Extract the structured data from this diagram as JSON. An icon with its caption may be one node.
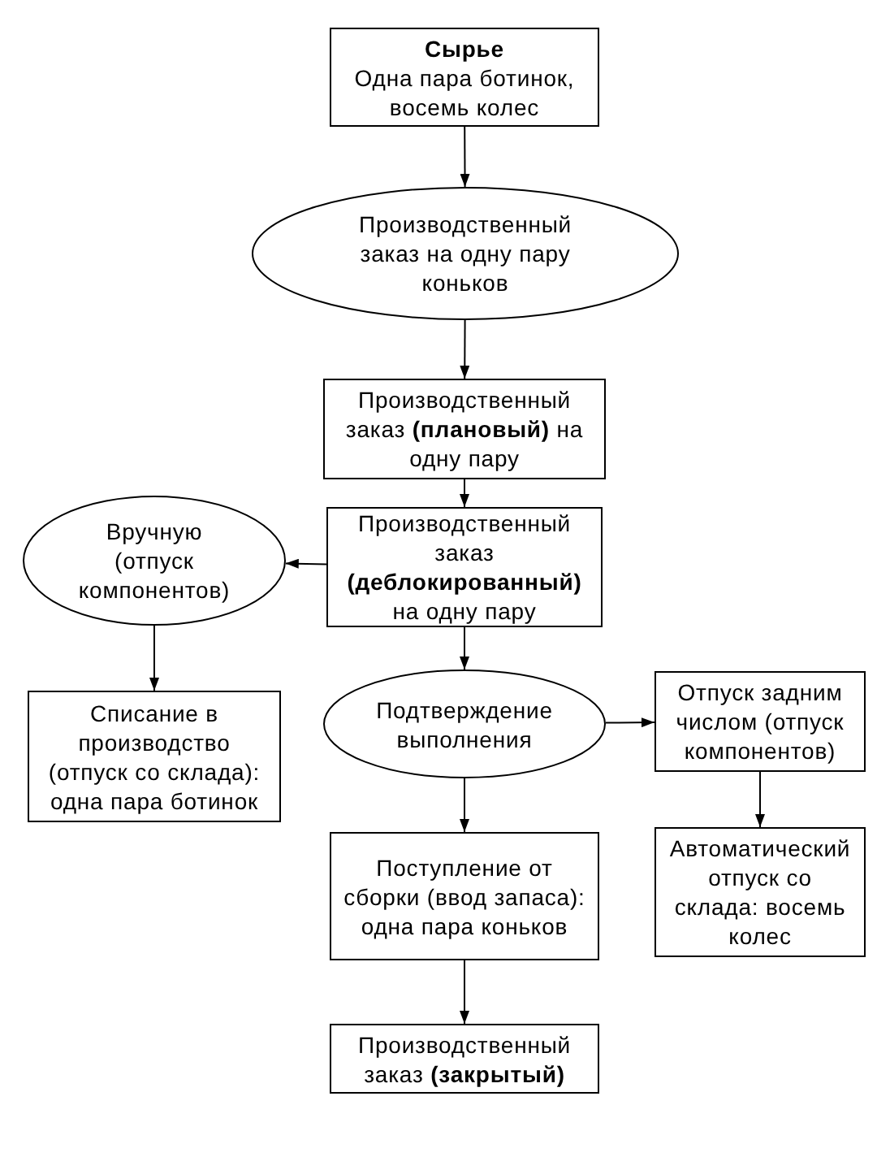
{
  "diagram": {
    "nodes": [
      {
        "text": [
          "Сырье",
          "Одна пара ботинок, восемь колес"
        ]
      },
      {
        "text": [
          "Производственный заказ на одну пару коньков"
        ]
      },
      {
        "text": [
          "Производственный заказ **(плановый)** на одну пару"
        ]
      },
      {
        "text": [
          "Вручную (отпуск компонентов)"
        ]
      },
      {
        "text": [
          "Производственный заказ **(деблокированный)** на одну пару"
        ]
      },
      {
        "text": [
          "Списание в производство (отпуск со склада): одна пара ботинок"
        ]
      },
      {
        "text": [
          "Подтверждение выполнения"
        ]
      },
      {
        "text": [
          "Отпуск задним числом (отпуск компонентов)"
        ]
      },
      {
        "text": [
          "Поступление от сборки (ввод запаса): одна пара коньков"
        ]
      },
      {
        "text": [
          "Автоматический отпуск со склада: восемь колес"
        ]
      },
      {
        "text": [
          "Производственный заказ **(закрытый)**"
        ]
      }
    ],
    "edges": [
      {
        "from": 0,
        "to": 1,
        "arrow": "to"
      },
      {
        "from": 1,
        "to": 2,
        "arrow": "to"
      },
      {
        "from": 2,
        "to": 4,
        "arrow": "to"
      },
      {
        "from": 4,
        "to": 3,
        "arrow": "to"
      },
      {
        "from": 3,
        "to": 5,
        "arrow": "to"
      },
      {
        "from": 4,
        "to": 6,
        "arrow": "to"
      },
      {
        "from": 6,
        "to": 7,
        "arrow": "to"
      },
      {
        "from": 7,
        "to": 9,
        "arrow": "to"
      },
      {
        "from": 6,
        "to": 8,
        "arrow": "to"
      },
      {
        "from": 8,
        "to": 10,
        "arrow": "to"
      }
    ]
  }
}
